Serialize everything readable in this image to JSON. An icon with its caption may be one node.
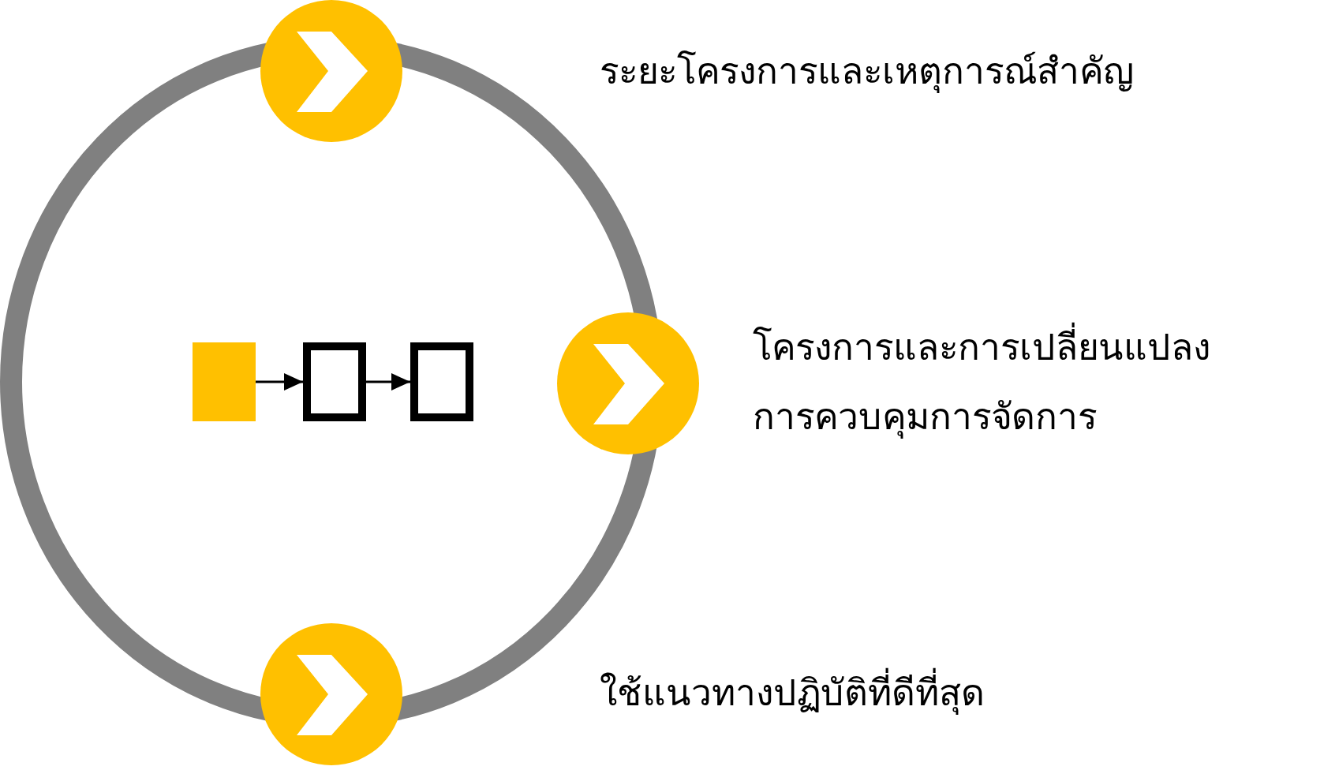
{
  "diagram": {
    "nodes": [
      {
        "text": [],
        "shape": "circle"
      },
      {
        "text": [],
        "shape": "circle",
        "beside": [
          "โครงการและการเปลี่ยนแปลง การควบคุมการจัดการ"
        ]
      },
      {
        "text": [],
        "shape": "circle"
      },
      {
        "text": [],
        "shape": "box"
      },
      {
        "text": [],
        "shape": "box"
      },
      {
        "text": [],
        "shape": "box"
      }
    ],
    "edges": [
      {
        "from": 3,
        "to": 4,
        "arrow": "to"
      },
      {
        "from": 4,
        "to": 5,
        "arrow": "to"
      }
    ],
    "labels": [
      "ระยะโครงการและเหตุการณ์สำคัญ",
      "ใช้แนวทางปฏิบัติที่ดีที่สุด"
    ]
  }
}
